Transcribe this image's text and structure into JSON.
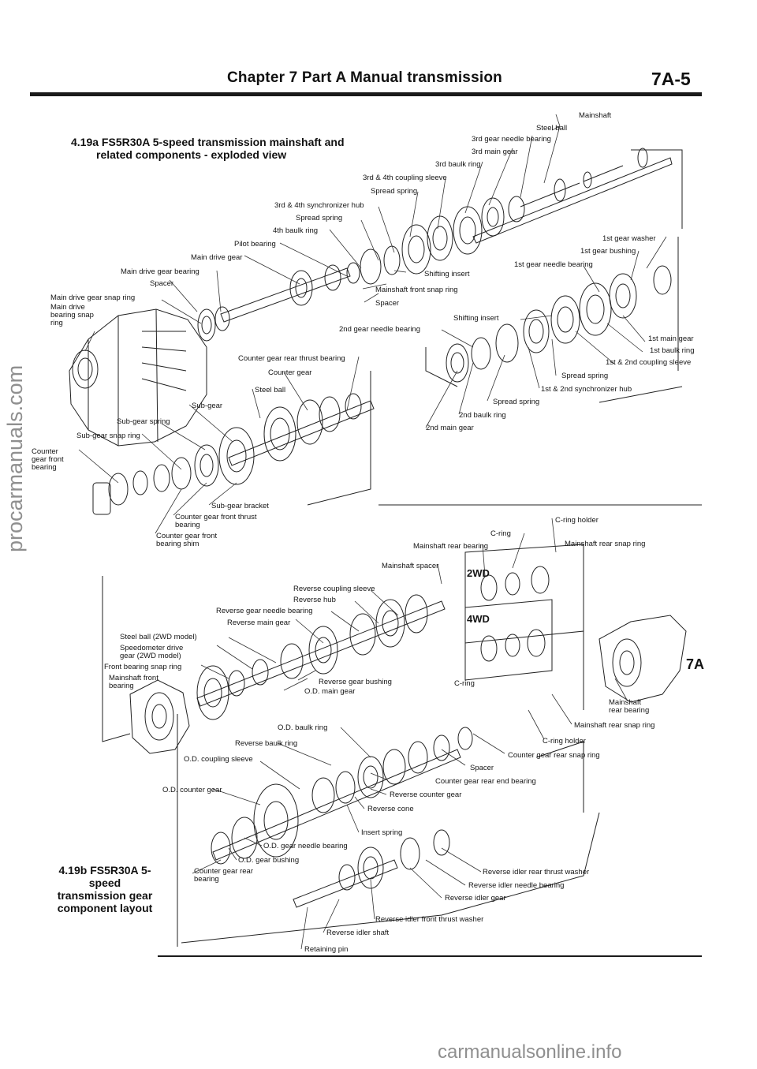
{
  "header": {
    "chapter_title": "Chapter 7 Part A  Manual transmission",
    "page_number": "7A-5"
  },
  "figure_a": {
    "caption_line1": "4.19a FS5R30A 5-speed transmission mainshaft and",
    "caption_line2": "related components - exploded view",
    "labels": [
      "Mainshaft",
      "Steel ball",
      "3rd gear needle bearing",
      "3rd main gear",
      "3rd baulk ring",
      "3rd & 4th coupling sleeve",
      "Spread spring",
      "3rd & 4th synchronizer hub",
      "Spread spring",
      "4th baulk ring",
      "Pilot bearing",
      "Main drive gear",
      "Main drive gear bearing",
      "Spacer",
      "Main drive gear snap ring",
      "Main drive bearing snap ring",
      "1st gear washer",
      "1st gear bushing",
      "1st gear needle bearing",
      "Shifting insert",
      "Mainshaft front snap ring",
      "Spacer",
      "Shifting insert",
      "2nd gear needle bearing",
      "1st main gear",
      "1st baulk ring",
      "1st & 2nd coupling sleeve",
      "Spread spring",
      "1st & 2nd synchronizer hub",
      "Spread spring",
      "2nd baulk ring",
      "2nd main gear",
      "Counter gear rear thrust bearing",
      "Counter gear",
      "Steel ball",
      "Sub-gear",
      "Sub-gear spring",
      "Sub-gear snap ring",
      "Counter gear front bearing",
      "Sub-gear bracket",
      "Counter gear front thrust bearing",
      "Counter gear front bearing shim"
    ]
  },
  "figure_b": {
    "caption_line1": "4.19b FS5R30A 5-speed",
    "caption_line2": "transmission gear",
    "caption_line3": "component layout",
    "labels": [
      "C-ring holder",
      "C-ring",
      "Mainshaft rear bearing",
      "Mainshaft rear snap ring",
      "Mainshaft spacer",
      "2WD",
      "4WD",
      "Reverse coupling sleeve",
      "Reverse hub",
      "Reverse gear needle bearing",
      "Reverse main gear",
      "Steel ball (2WD model)",
      "Speedometer drive gear (2WD model)",
      "Front bearing snap ring",
      "Mainshaft front bearing",
      "Reverse gear bushing",
      "O.D. main gear",
      "C-ring",
      "Mainshaft rear bearing",
      "Mainshaft rear snap ring",
      "C-ring holder",
      "O.D. baulk ring",
      "Reverse baulk ring",
      "O.D. coupling sleeve",
      "Counter gear rear snap ring",
      "Spacer",
      "Counter gear rear end bearing",
      "O.D. counter gear",
      "Reverse counter gear",
      "Reverse cone",
      "Insert spring",
      "O.D. gear needle bearing",
      "O.D. gear bushing",
      "Counter gear rear bearing",
      "Reverse idler rear thrust washer",
      "Reverse idler needle bearing",
      "Reverse idler gear",
      "Reverse idler front thrust washer",
      "Reverse idler shaft",
      "Retaining pin"
    ]
  },
  "side_tab": "7A",
  "watermarks": {
    "left": "procarmanuals.com",
    "bottom": "carmanualsonline.info"
  }
}
